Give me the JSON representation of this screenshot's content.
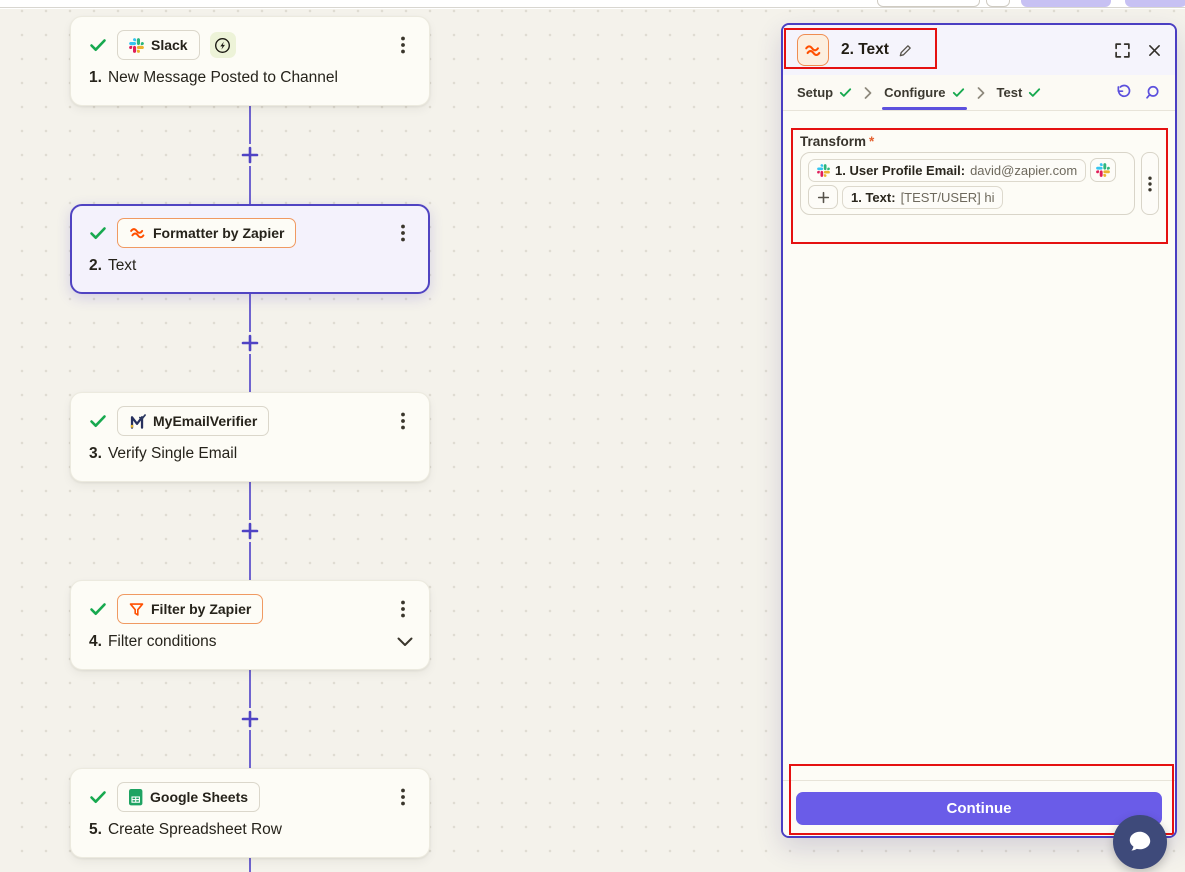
{
  "canvas": {
    "steps": [
      {
        "number": "1.",
        "app": "Slack",
        "title": "New Message Posted to Channel"
      },
      {
        "number": "2.",
        "app": "Formatter by Zapier",
        "title": "Text"
      },
      {
        "number": "3.",
        "app": "MyEmailVerifier",
        "title": "Verify Single Email"
      },
      {
        "number": "4.",
        "app": "Filter by Zapier",
        "title": "Filter conditions"
      },
      {
        "number": "5.",
        "app": "Google Sheets",
        "title": "Create Spreadsheet Row"
      }
    ]
  },
  "panel": {
    "title": "2. Text",
    "tabs": {
      "setup": "Setup",
      "configure": "Configure",
      "test": "Test"
    },
    "transform": {
      "label": "Transform",
      "required_marker": "*",
      "token1_label": "1. User Profile Email:",
      "token1_value": "david@zapier.com",
      "token2_label": "1. Text:",
      "token2_value": "[TEST/USER] hi"
    },
    "continue_label": "Continue"
  },
  "colors": {
    "accent_purple": "#6a5ce8",
    "panel_border": "#4a3ec2",
    "annotation_red": "#e51111",
    "zapier_orange": "#ff4f00",
    "success_green": "#17a94f",
    "chat_navy": "#3e4a7a"
  }
}
